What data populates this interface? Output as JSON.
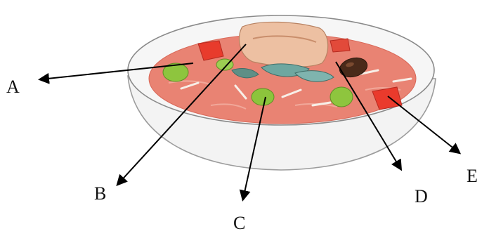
{
  "figure": {
    "labels": [
      "A",
      "B",
      "C",
      "D",
      "E"
    ],
    "subject": "bowl-of-soup-illustration"
  },
  "colors": {
    "broth": "#e8786a",
    "bowl": "#f4f4f4",
    "meat": "#e9b89a",
    "pepper": "#e83a2c",
    "greens": "#8cc43c",
    "leaf": "#6aa8a0",
    "pod": "#4a2a1a",
    "arrow": "#000000"
  }
}
